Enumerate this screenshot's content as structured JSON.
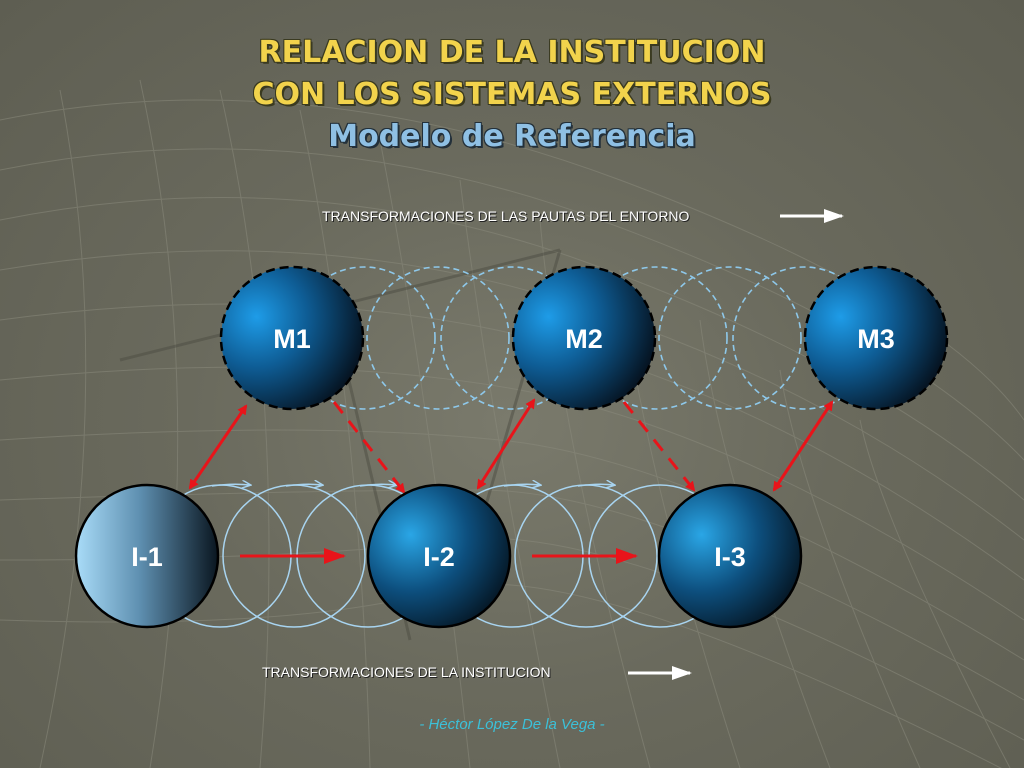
{
  "slide": {
    "title_line_1": "RELACION DE LA INSTITUCION",
    "title_line_2": "CON LOS SISTEMAS EXTERNOS",
    "subtitle": "Modelo de Referencia",
    "caption_top": "TRANSFORMACIONES DE LAS PAUTAS DEL ENTORNO",
    "caption_bottom": "TRANSFORMACIONES  DE LA INSTITUCION",
    "author": "- Héctor López De la Vega -"
  },
  "diagram": {
    "environment_nodes": [
      {
        "id": "M1",
        "label": "M1"
      },
      {
        "id": "M2",
        "label": "M2"
      },
      {
        "id": "M3",
        "label": "M3"
      }
    ],
    "institution_nodes": [
      {
        "id": "I-1",
        "label": "I-1"
      },
      {
        "id": "I-2",
        "label": "I-2"
      },
      {
        "id": "I-3",
        "label": "I-3"
      }
    ],
    "links": [
      {
        "from": "M1",
        "to": "I-1",
        "style": "solid-bidirectional"
      },
      {
        "from": "M1",
        "to": "I-2",
        "style": "dashed"
      },
      {
        "from": "M2",
        "to": "I-2",
        "style": "solid-bidirectional"
      },
      {
        "from": "M2",
        "to": "I-3",
        "style": "dashed"
      },
      {
        "from": "M3",
        "to": "I-3",
        "style": "solid-bidirectional"
      },
      {
        "from": "I-1",
        "to": "I-2",
        "style": "solid"
      },
      {
        "from": "I-2",
        "to": "I-3",
        "style": "solid"
      }
    ],
    "colors": {
      "arrow": "#e8141a",
      "ghost_circle_top": "#8ec8ea",
      "ghost_circle_bottom": "#a8d4f0",
      "title": "#f2d34c",
      "subtitle": "#8fc0e4",
      "author": "#3cc0d8"
    }
  }
}
